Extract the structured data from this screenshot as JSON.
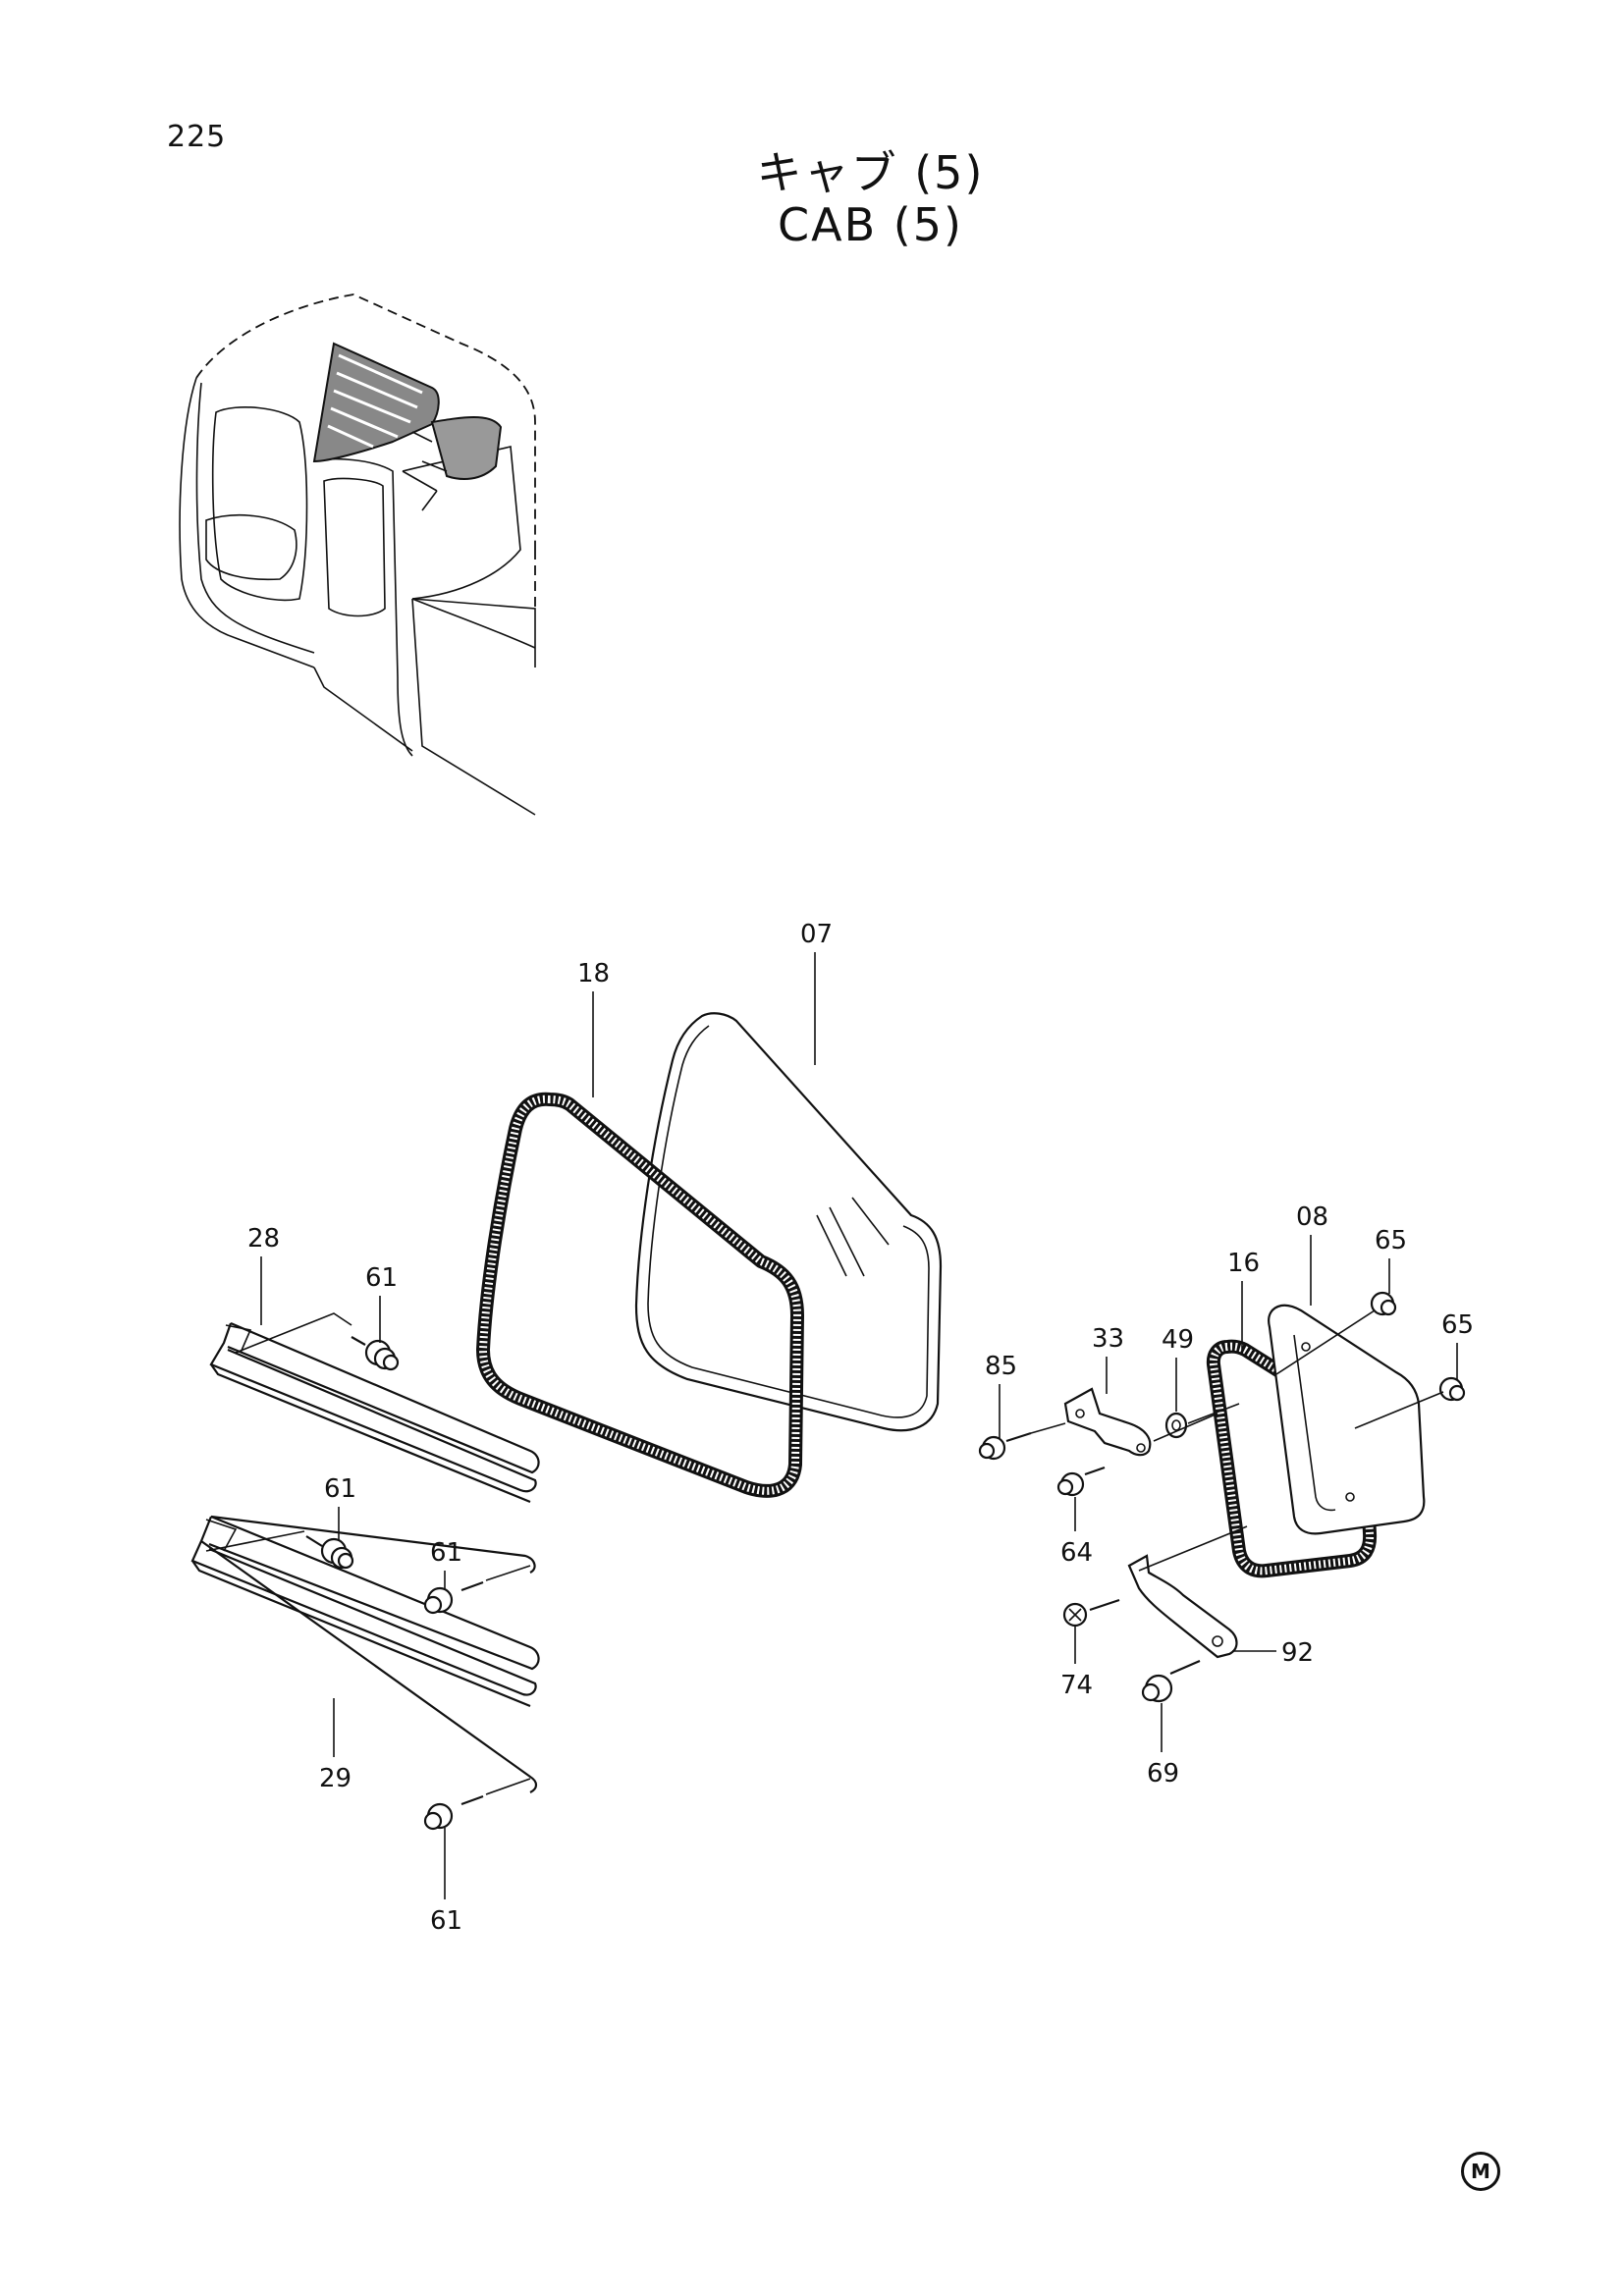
{
  "page": {
    "number": "225",
    "title_jp": "キャブ (5)",
    "title_en": "CAB (5)",
    "mark": "M"
  },
  "callouts": {
    "p07": "07",
    "p18": "18",
    "p28": "28",
    "p61a": "61",
    "p61b": "61",
    "p61c": "61",
    "p61d": "61",
    "p29": "29",
    "p08": "08",
    "p65a": "65",
    "p65b": "65",
    "p16": "16",
    "p33": "33",
    "p49": "49",
    "p85": "85",
    "p64": "64",
    "p92": "92",
    "p74": "74",
    "p69": "69"
  }
}
